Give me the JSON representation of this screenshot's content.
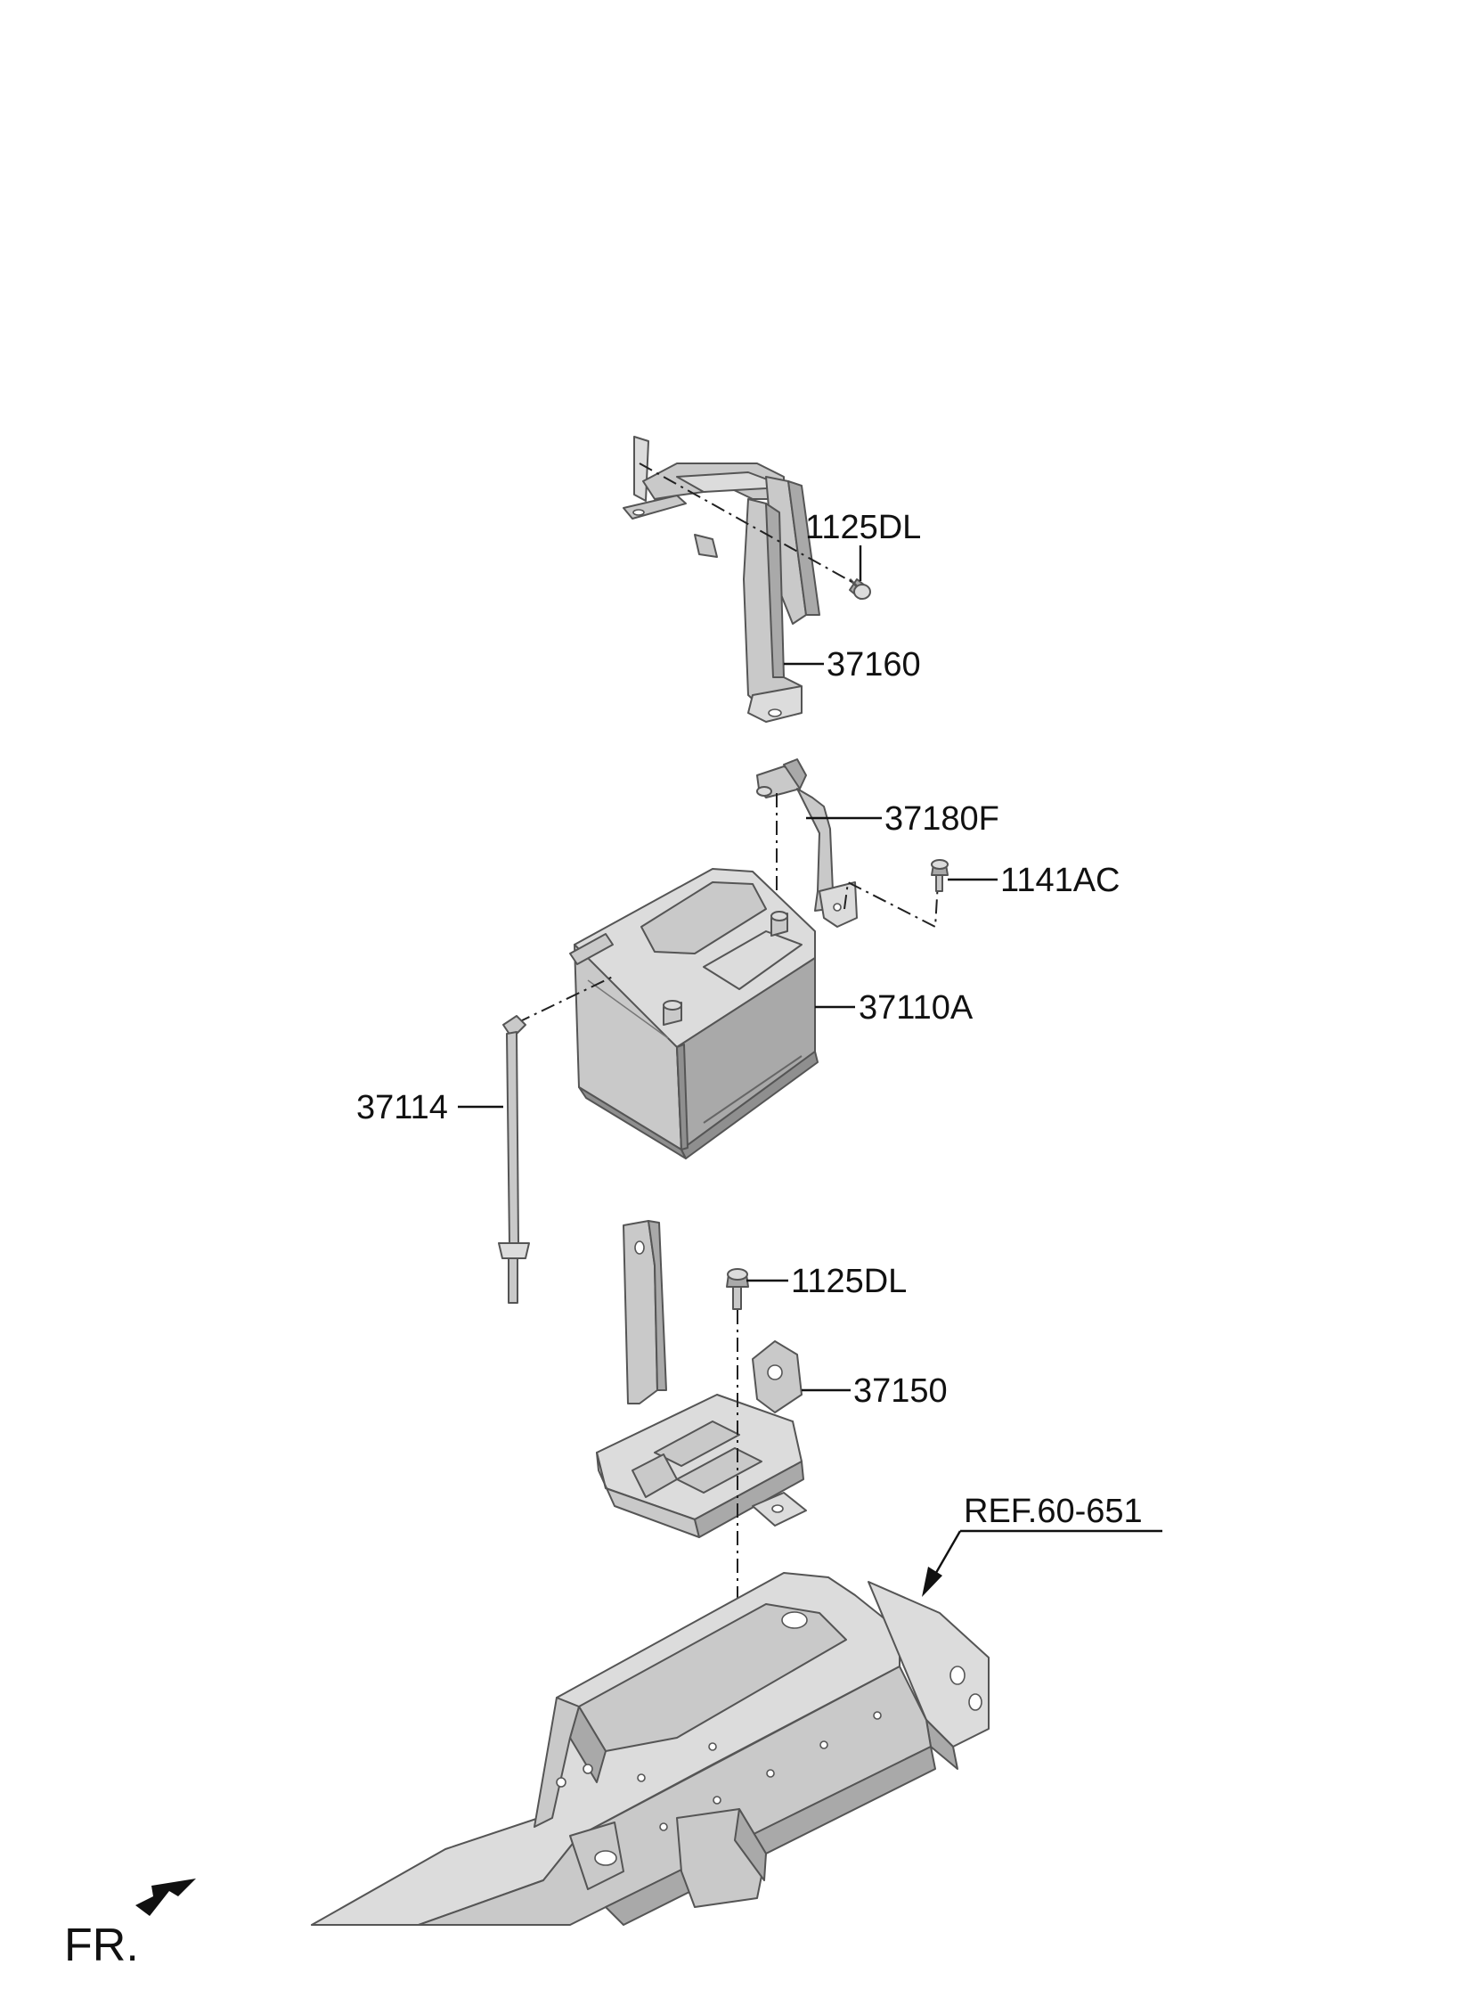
{
  "labels": {
    "bolt_top": "1125DL",
    "tray_bracket_top": "37160",
    "cable": "37180F",
    "bolt_cable": "1141AC",
    "battery": "37110A",
    "rod": "37114",
    "bolt_tray": "1125DL",
    "battery_tray": "37150",
    "reference": "REF.60-651"
  },
  "front_indicator": "FR.",
  "colors": {
    "part_fill": "#c9c9c9",
    "outline": "#555555",
    "text": "#111111"
  }
}
